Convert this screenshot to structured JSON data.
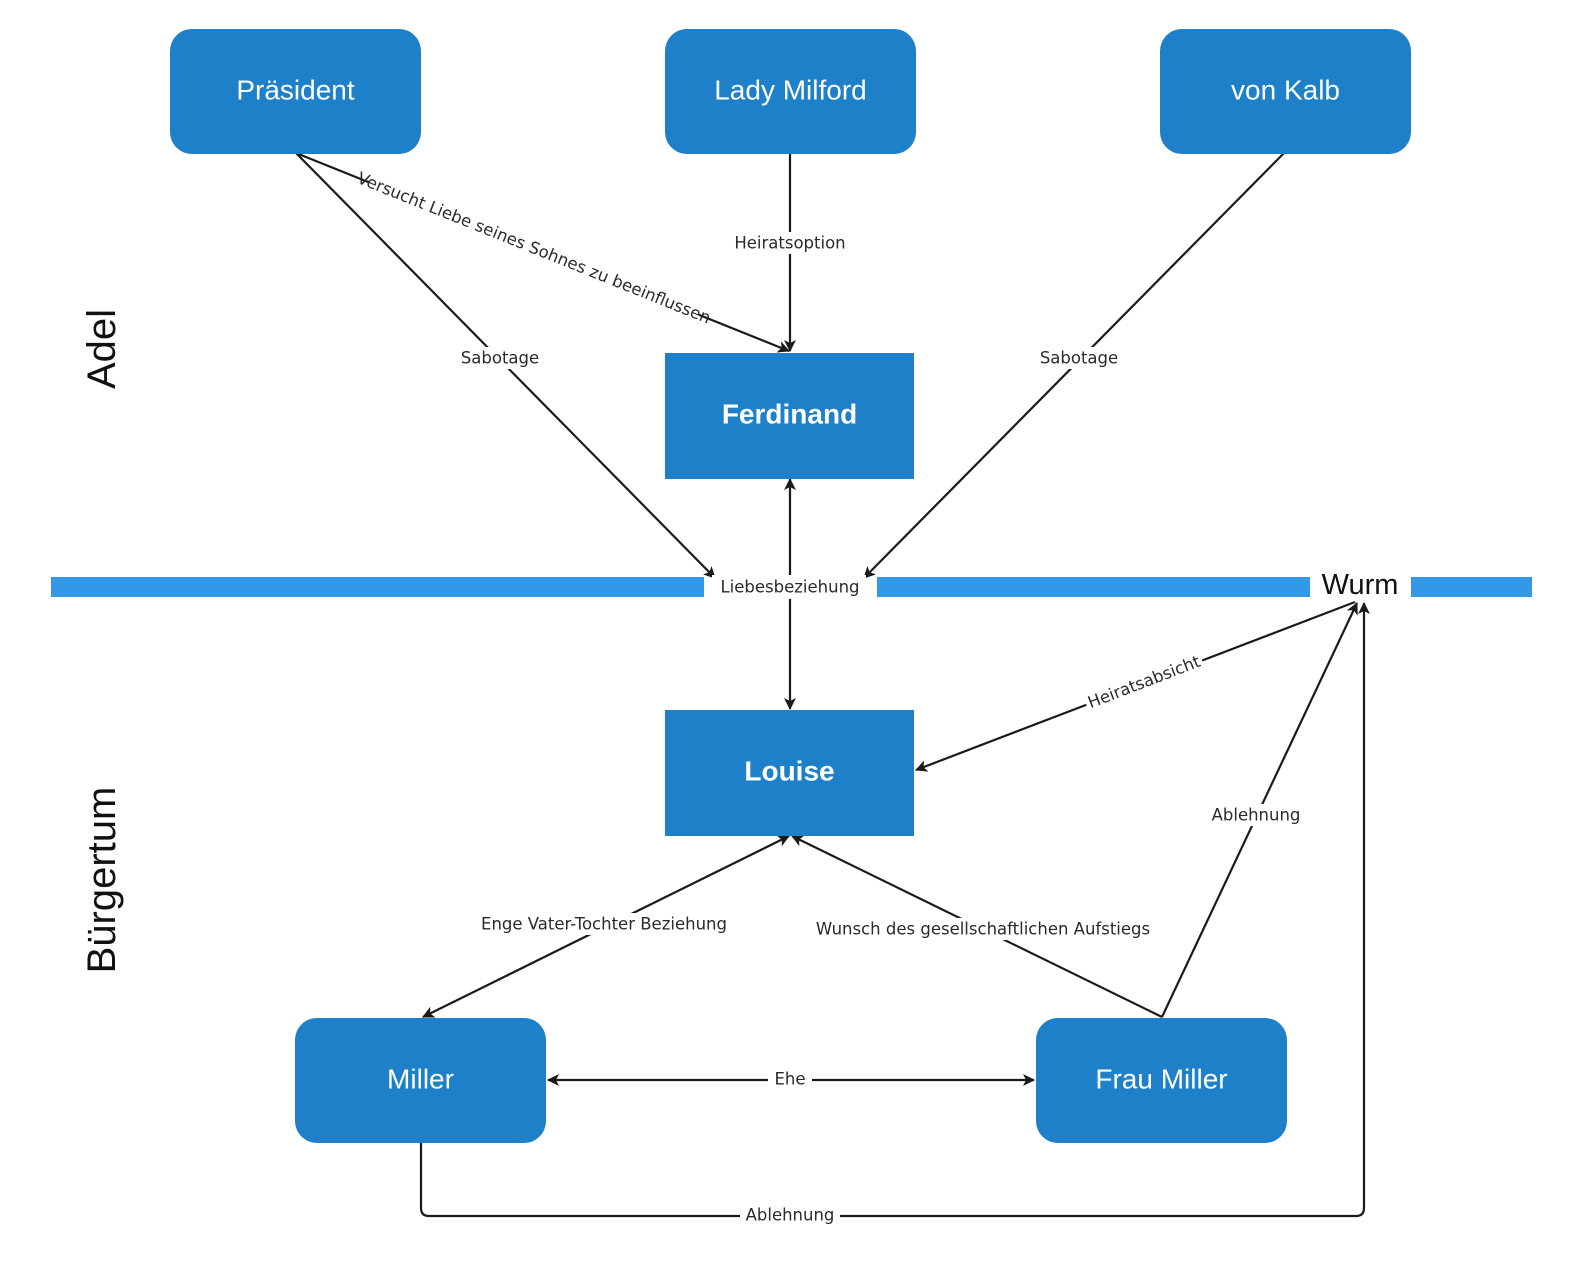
{
  "sections": {
    "adel": "Adel",
    "buergertum": "Bürgertum"
  },
  "nodes": {
    "praesident": "Präsident",
    "lady_milford": "Lady Milford",
    "von_kalb": "von Kalb",
    "ferdinand": "Ferdinand",
    "louise": "Louise",
    "miller": "Miller",
    "frau_miller": "Frau Miller",
    "wurm": "Wurm"
  },
  "edges": {
    "versucht": "Versucht Liebe seines Sohnes zu beeinflussen",
    "heiratsoption": "Heiratsoption",
    "sabotage_praesident": "Sabotage",
    "sabotage_kalb": "Sabotage",
    "liebesbeziehung": "Liebesbeziehung",
    "heiratsabsicht": "Heiratsabsicht",
    "ablehnung_frau_miller": "Ablehnung",
    "vater_tochter": "Enge Vater-Tochter Beziehung",
    "aufstieg": "Wunsch des gesellschaftlichen Aufstiegs",
    "ehe": "Ehe",
    "ablehnung_miller": "Ablehnung"
  },
  "colors": {
    "node": "#1e80c8",
    "divider": "#3398e6",
    "edge": "#1a1a1a"
  }
}
